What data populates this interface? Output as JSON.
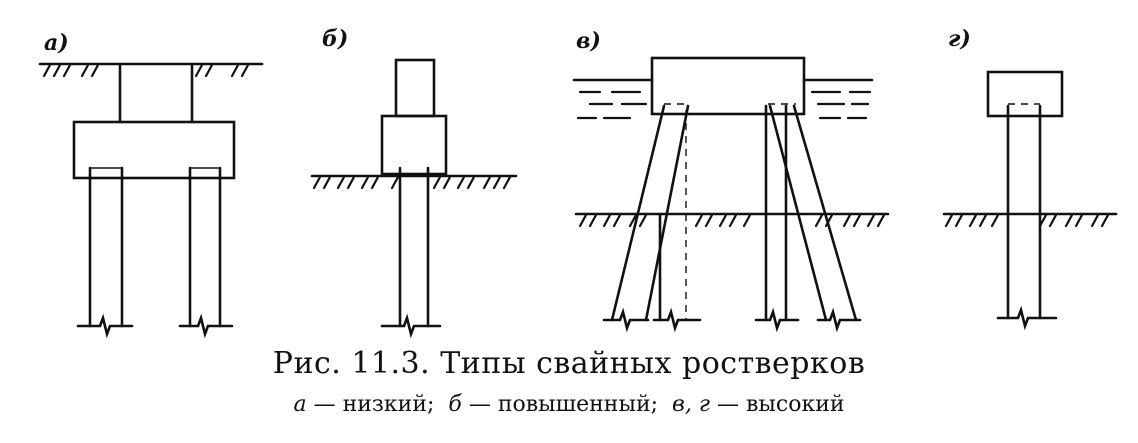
{
  "panels": {
    "a": {
      "label": "а)"
    },
    "b": {
      "label": "б)"
    },
    "v": {
      "label": "в)"
    },
    "g": {
      "label": "г)"
    }
  },
  "caption": {
    "title": "Рис. 11.3. Типы свайных ростверков",
    "legend": [
      {
        "key": "а",
        "sep": " — ",
        "text": "низкий;"
      },
      {
        "key": "б",
        "sep": " — ",
        "text": "повышенный;"
      },
      {
        "key": "в,",
        "sep": " ",
        "text": ""
      },
      {
        "key": "г",
        "sep": " — ",
        "text": "высокий"
      }
    ]
  }
}
